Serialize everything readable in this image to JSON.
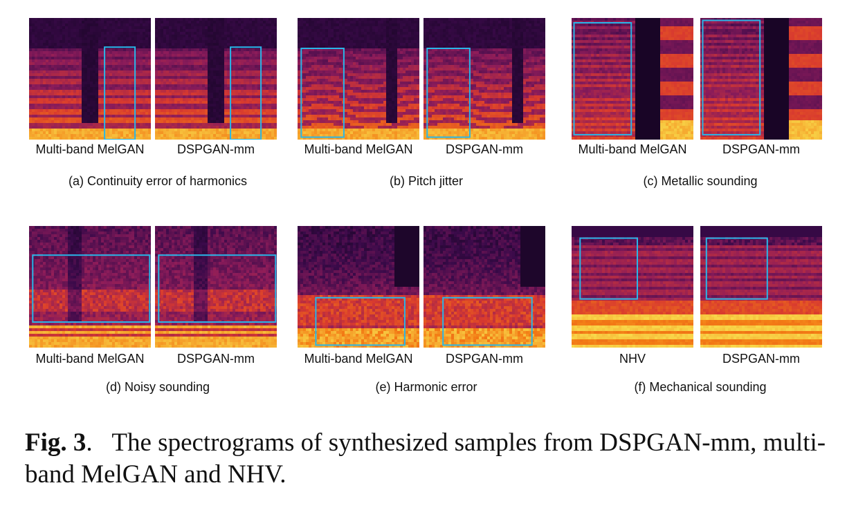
{
  "figure": {
    "number_label": "Fig. 3",
    "caption_text": "The spectrograms of synthesized samples from DSPGAN-mm, multi-band MelGAN and NHV."
  },
  "colors": {
    "highlight_box": "#29b6e8",
    "spectrogram_colormap": [
      "#0a0316",
      "#3b0a4a",
      "#8c1c5a",
      "#d83a2f",
      "#f37a14",
      "#f8d84a"
    ]
  },
  "panels": [
    {
      "caption": "(a) Continuity error of harmonics",
      "left_label": "Multi-band MelGAN",
      "right_label": "DSPGAN-mm"
    },
    {
      "caption": "(b) Pitch jitter",
      "left_label": "Multi-band MelGAN",
      "right_label": "DSPGAN-mm"
    },
    {
      "caption": "(c) Metallic sounding",
      "left_label": "Multi-band MelGAN",
      "right_label": "DSPGAN-mm"
    },
    {
      "caption": "(d) Noisy sounding",
      "left_label": "Multi-band MelGAN",
      "right_label": "DSPGAN-mm"
    },
    {
      "caption": "(e) Harmonic error",
      "left_label": "Multi-band MelGAN",
      "right_label": "DSPGAN-mm"
    },
    {
      "caption": "(f) Mechanical sounding",
      "left_label": "NHV",
      "right_label": "DSPGAN-mm"
    }
  ]
}
